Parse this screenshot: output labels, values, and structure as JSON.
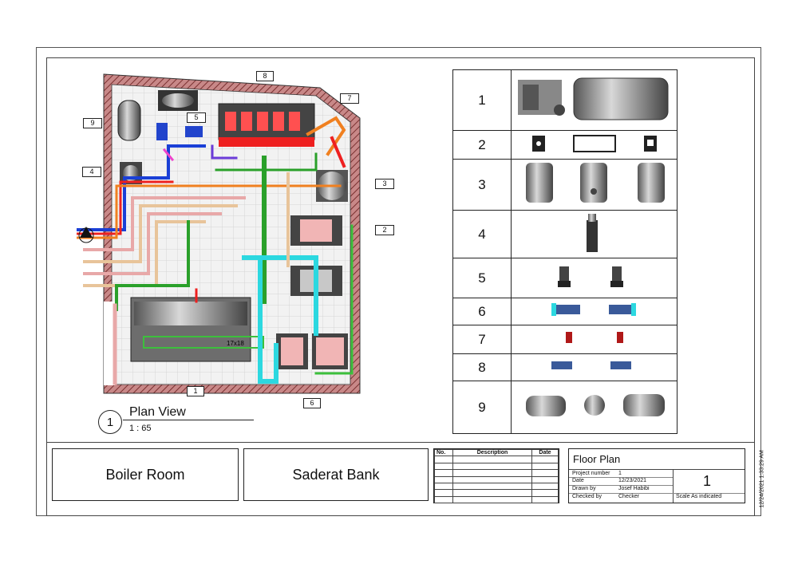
{
  "plan": {
    "callouts": [
      "1",
      "2",
      "3",
      "4",
      "5",
      "6",
      "7",
      "8",
      "9"
    ],
    "duct_label": "17x18",
    "view_number": "1",
    "view_title": "Plan View",
    "view_scale": "1 : 65"
  },
  "legend": {
    "rows": [
      "1",
      "2",
      "3",
      "4",
      "5",
      "6",
      "7",
      "8",
      "9"
    ]
  },
  "title_block": {
    "room": "Boiler Room",
    "client": "Saderat Bank",
    "revision_headers": {
      "no": "No.",
      "description": "Description",
      "date": "Date"
    },
    "sheet_title": "Floor Plan",
    "project_number_label": "Project number",
    "project_number": "1",
    "date_label": "Date",
    "date": "12/23/2021",
    "drawn_by_label": "Drawn by",
    "drawn_by": "Josef Habibi",
    "checked_by_label": "Checked by",
    "checked_by": "Checker",
    "sheet_number": "1",
    "scale_note": "Scale As indicated",
    "timestamp": "12/24/2021 1:33:29 AM"
  },
  "colors": {
    "wall_hatch": "#a86060",
    "floor": "#e8e8e8",
    "pipe_blue": "#1a3fd6",
    "pipe_red": "#ee2020",
    "pipe_orange": "#f08020",
    "pipe_green": "#2aa02a",
    "pipe_cyan": "#2cd8e0",
    "pipe_pink": "#e8a8a8",
    "pipe_tan": "#e8c49a",
    "equipment_gray": "#8c8c8c"
  }
}
